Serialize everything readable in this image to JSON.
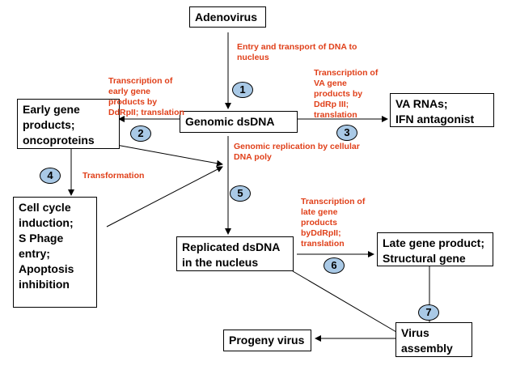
{
  "boxes": {
    "adenovirus": "Adenovirus",
    "genomic": "Genomic dsDNA",
    "early": "Early gene\nproducts;\noncoproteins",
    "va": "VA RNAs;\nIFN antagonist",
    "cellcycle": "Cell cycle\ninduction;\nS Phage\nentry;\nApoptosis\ninhibition",
    "replicated": "Replicated dsDNA\nin the nucleus",
    "late": "Late gene product;\nStructural gene",
    "assembly": "Virus\nassembly",
    "progeny": "Progeny virus"
  },
  "labels": {
    "entry": "Entry and transport of DNA to\nnucleus",
    "early_tx": "Transcription of\nearly gene\nproducts by\nDdRpII; translation",
    "va_tx": "Transcription of\nVA gene\nproducts by\nDdRp III;\ntranslation",
    "replication": "Genomic replication by cellular\nDNA poly",
    "transformation": "Transformation",
    "late_tx": "Transcription of\nlate gene\nproducts\nbyDdRpII;\ntranslation"
  },
  "badges": [
    "1",
    "2",
    "3",
    "4",
    "5",
    "6",
    "7"
  ],
  "colors": {
    "label": "#e0401a",
    "badge_fill": "#a9c9e6",
    "line": "#000000"
  }
}
